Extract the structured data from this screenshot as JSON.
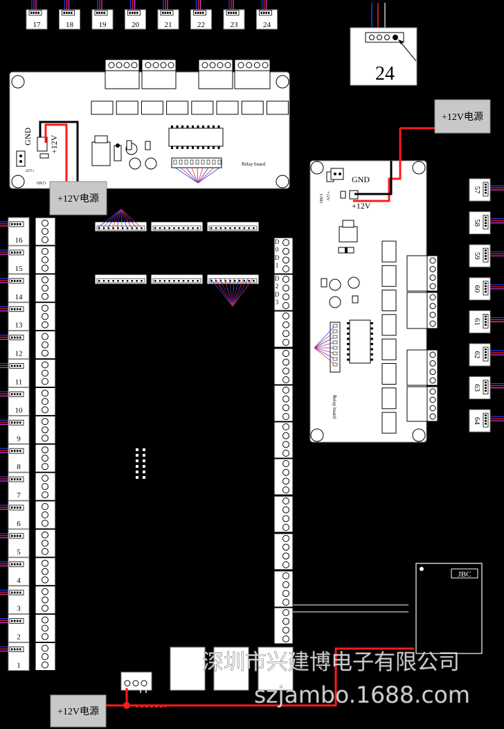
{
  "power_label": "+12V电源",
  "labels": {
    "gnd": "GND",
    "v12": "+12V",
    "relay_board": "Relay board",
    "gnd_small": "GND",
    "v12_small": "+12V",
    "jbc": "JBC",
    "d_labels": [
      "D",
      "0",
      "D",
      "1",
      "D",
      "2",
      "D",
      "3"
    ]
  },
  "top_connectors": [
    "17",
    "18",
    "19",
    "20",
    "21",
    "22",
    "23",
    "24"
  ],
  "top_right_box": "24",
  "left_connectors": [
    "16",
    "15",
    "14",
    "13",
    "12",
    "11",
    "10",
    "9",
    "8",
    "7",
    "6",
    "5",
    "4",
    "3",
    "2",
    "1"
  ],
  "right_connectors": [
    "57",
    "58",
    "59",
    "60",
    "61",
    "62",
    "63",
    "64"
  ],
  "watermark": {
    "company": "深圳市兴建博电子有限公司",
    "url": "szjambo.1688.com"
  }
}
